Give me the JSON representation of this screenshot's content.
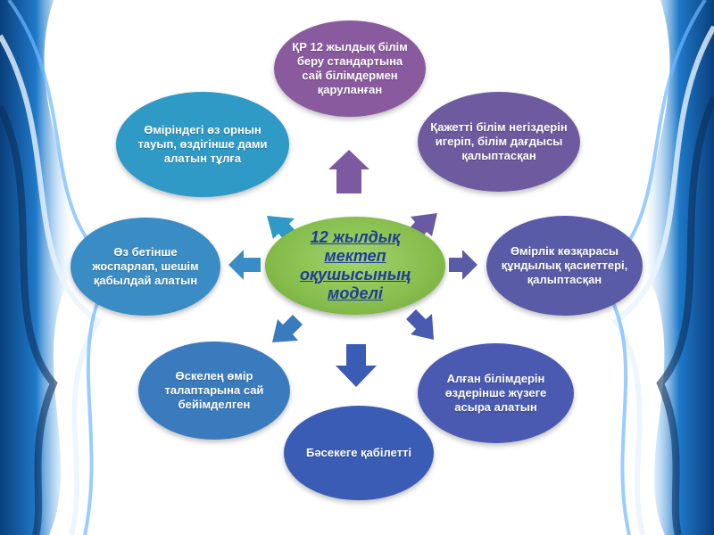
{
  "center": {
    "lines": [
      "12 жылдық",
      "мектеп",
      "оқушысының",
      "моделі"
    ],
    "color": "#8cc456",
    "text_color": "#1f3c9a"
  },
  "nodes": [
    {
      "id": "top",
      "lines": [
        "ҚР 12 жылдық білім",
        "беру  стандартына",
        "сай білімдермен",
        "қаруланған"
      ],
      "color": "#8a5a9e"
    },
    {
      "id": "right-top",
      "lines": [
        "Қажетті білім негіздерін",
        "игеріп, білім дағдысы",
        "қалыптасқан"
      ],
      "color": "#6e5a9e"
    },
    {
      "id": "right",
      "lines": [
        "Өмірлік көзқарасы",
        "құндылық қасиеттері,",
        "қалыптасқан"
      ],
      "color": "#5a5ba6"
    },
    {
      "id": "right-bottom",
      "lines": [
        "Алған білімдерін",
        "өздерінше жүзеге",
        "асыра алатын"
      ],
      "color": "#4a5ab0"
    },
    {
      "id": "bottom",
      "lines": [
        "Бәсекеге қабілетті"
      ],
      "color": "#3a5cb5"
    },
    {
      "id": "left-bottom",
      "lines": [
        "Өскелең өмір",
        "талаптарына сай",
        "бейімделген"
      ],
      "color": "#3a7bbe"
    },
    {
      "id": "left",
      "lines": [
        "Өз бетінше",
        "жоспарлап, шешім",
        "қабылдай алатын"
      ],
      "color": "#3a8cc4"
    },
    {
      "id": "left-top",
      "lines": [
        "Өміріндегі өз орнын",
        "тауып, өздігінше дами",
        "алатын тұлға"
      ],
      "color": "#2f9ac6"
    }
  ]
}
